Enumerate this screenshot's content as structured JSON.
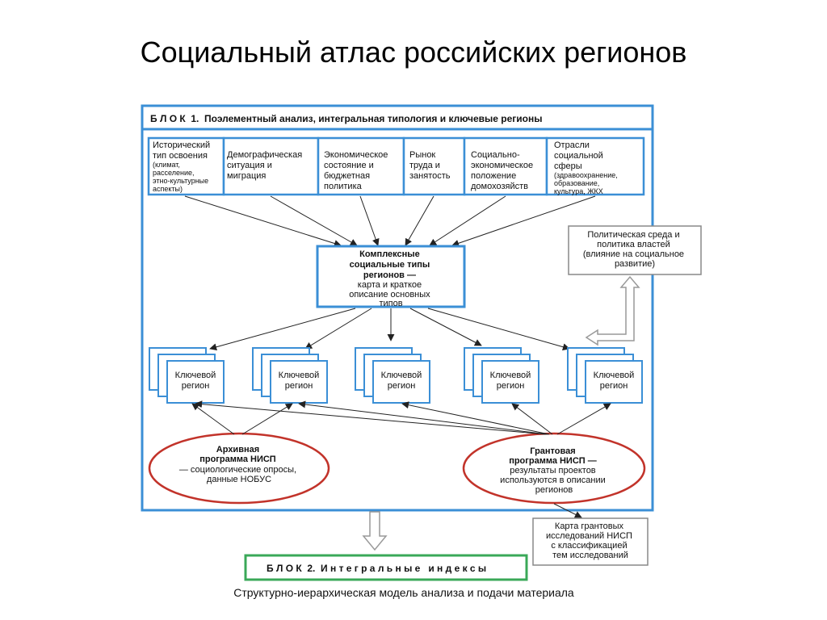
{
  "title": "Социальный атлас российских регионов",
  "block1": {
    "header": "Б Л О К  1.  Поэлементный анализ, интегральная типология и ключевые регионы",
    "factors": [
      {
        "lines": [
          "Исторический",
          "тип освоения"
        ],
        "small": [
          "(климат,",
          "расселение,",
          "этно-культурные",
          "аспекты)"
        ]
      },
      {
        "lines": [
          "Демографическая",
          "ситуация и",
          "миграция"
        ],
        "small": []
      },
      {
        "lines": [
          "Экономическое",
          "состояние и",
          "бюджетная",
          "политика"
        ],
        "small": []
      },
      {
        "lines": [
          "Рынок",
          "труда и",
          "занятость"
        ],
        "small": []
      },
      {
        "lines": [
          "Социально-",
          "экономическое",
          "положение",
          "домохозяйств"
        ],
        "small": []
      },
      {
        "lines": [
          "Отрасли",
          "социальной",
          "сферы"
        ],
        "small": [
          "(здравоохранение,",
          "образование,",
          "культура, ЖКХ"
        ]
      }
    ],
    "types": {
      "bold": [
        "Комплексные",
        "социальные типы",
        "регионов —"
      ],
      "normal": [
        "карта и краткое",
        "описание основных",
        "типов"
      ]
    },
    "political": [
      "Политическая среда и",
      "политика властей",
      "(влияние на социальное",
      "развитие)"
    ],
    "key_regions": [
      [
        "Ключевой",
        "регион"
      ],
      [
        "Ключевой",
        "регион"
      ],
      [
        "Ключевой",
        "регион"
      ],
      [
        "Ключевой",
        "регион"
      ],
      [
        "Ключевой",
        "регион"
      ]
    ],
    "archive": {
      "bold": [
        "Архивная",
        "программа НИСП"
      ],
      "normal": [
        "— социологические опросы,",
        "данные НОБУС"
      ]
    },
    "grant": {
      "bold": [
        "Грантовая",
        "программа НИСП —"
      ],
      "normal": [
        "результаты проектов",
        "используются в описании",
        "регионов"
      ]
    }
  },
  "grant_map": [
    "Карта грантовых",
    "исследований НИСП",
    "с классификацией",
    "тем исследований"
  ],
  "block2": "Б Л О К  2.  И н т е г р а л ь н ы е   и н д е к с ы",
  "caption": "Структурно-иерархическая модель анализа и подачи материала",
  "colors": {
    "frame": "#3b8fd6",
    "ellipse": "#c2332a",
    "block2": "#3aa858",
    "arrow": "#222222",
    "hollow_arrow": "#bdbdbd"
  }
}
